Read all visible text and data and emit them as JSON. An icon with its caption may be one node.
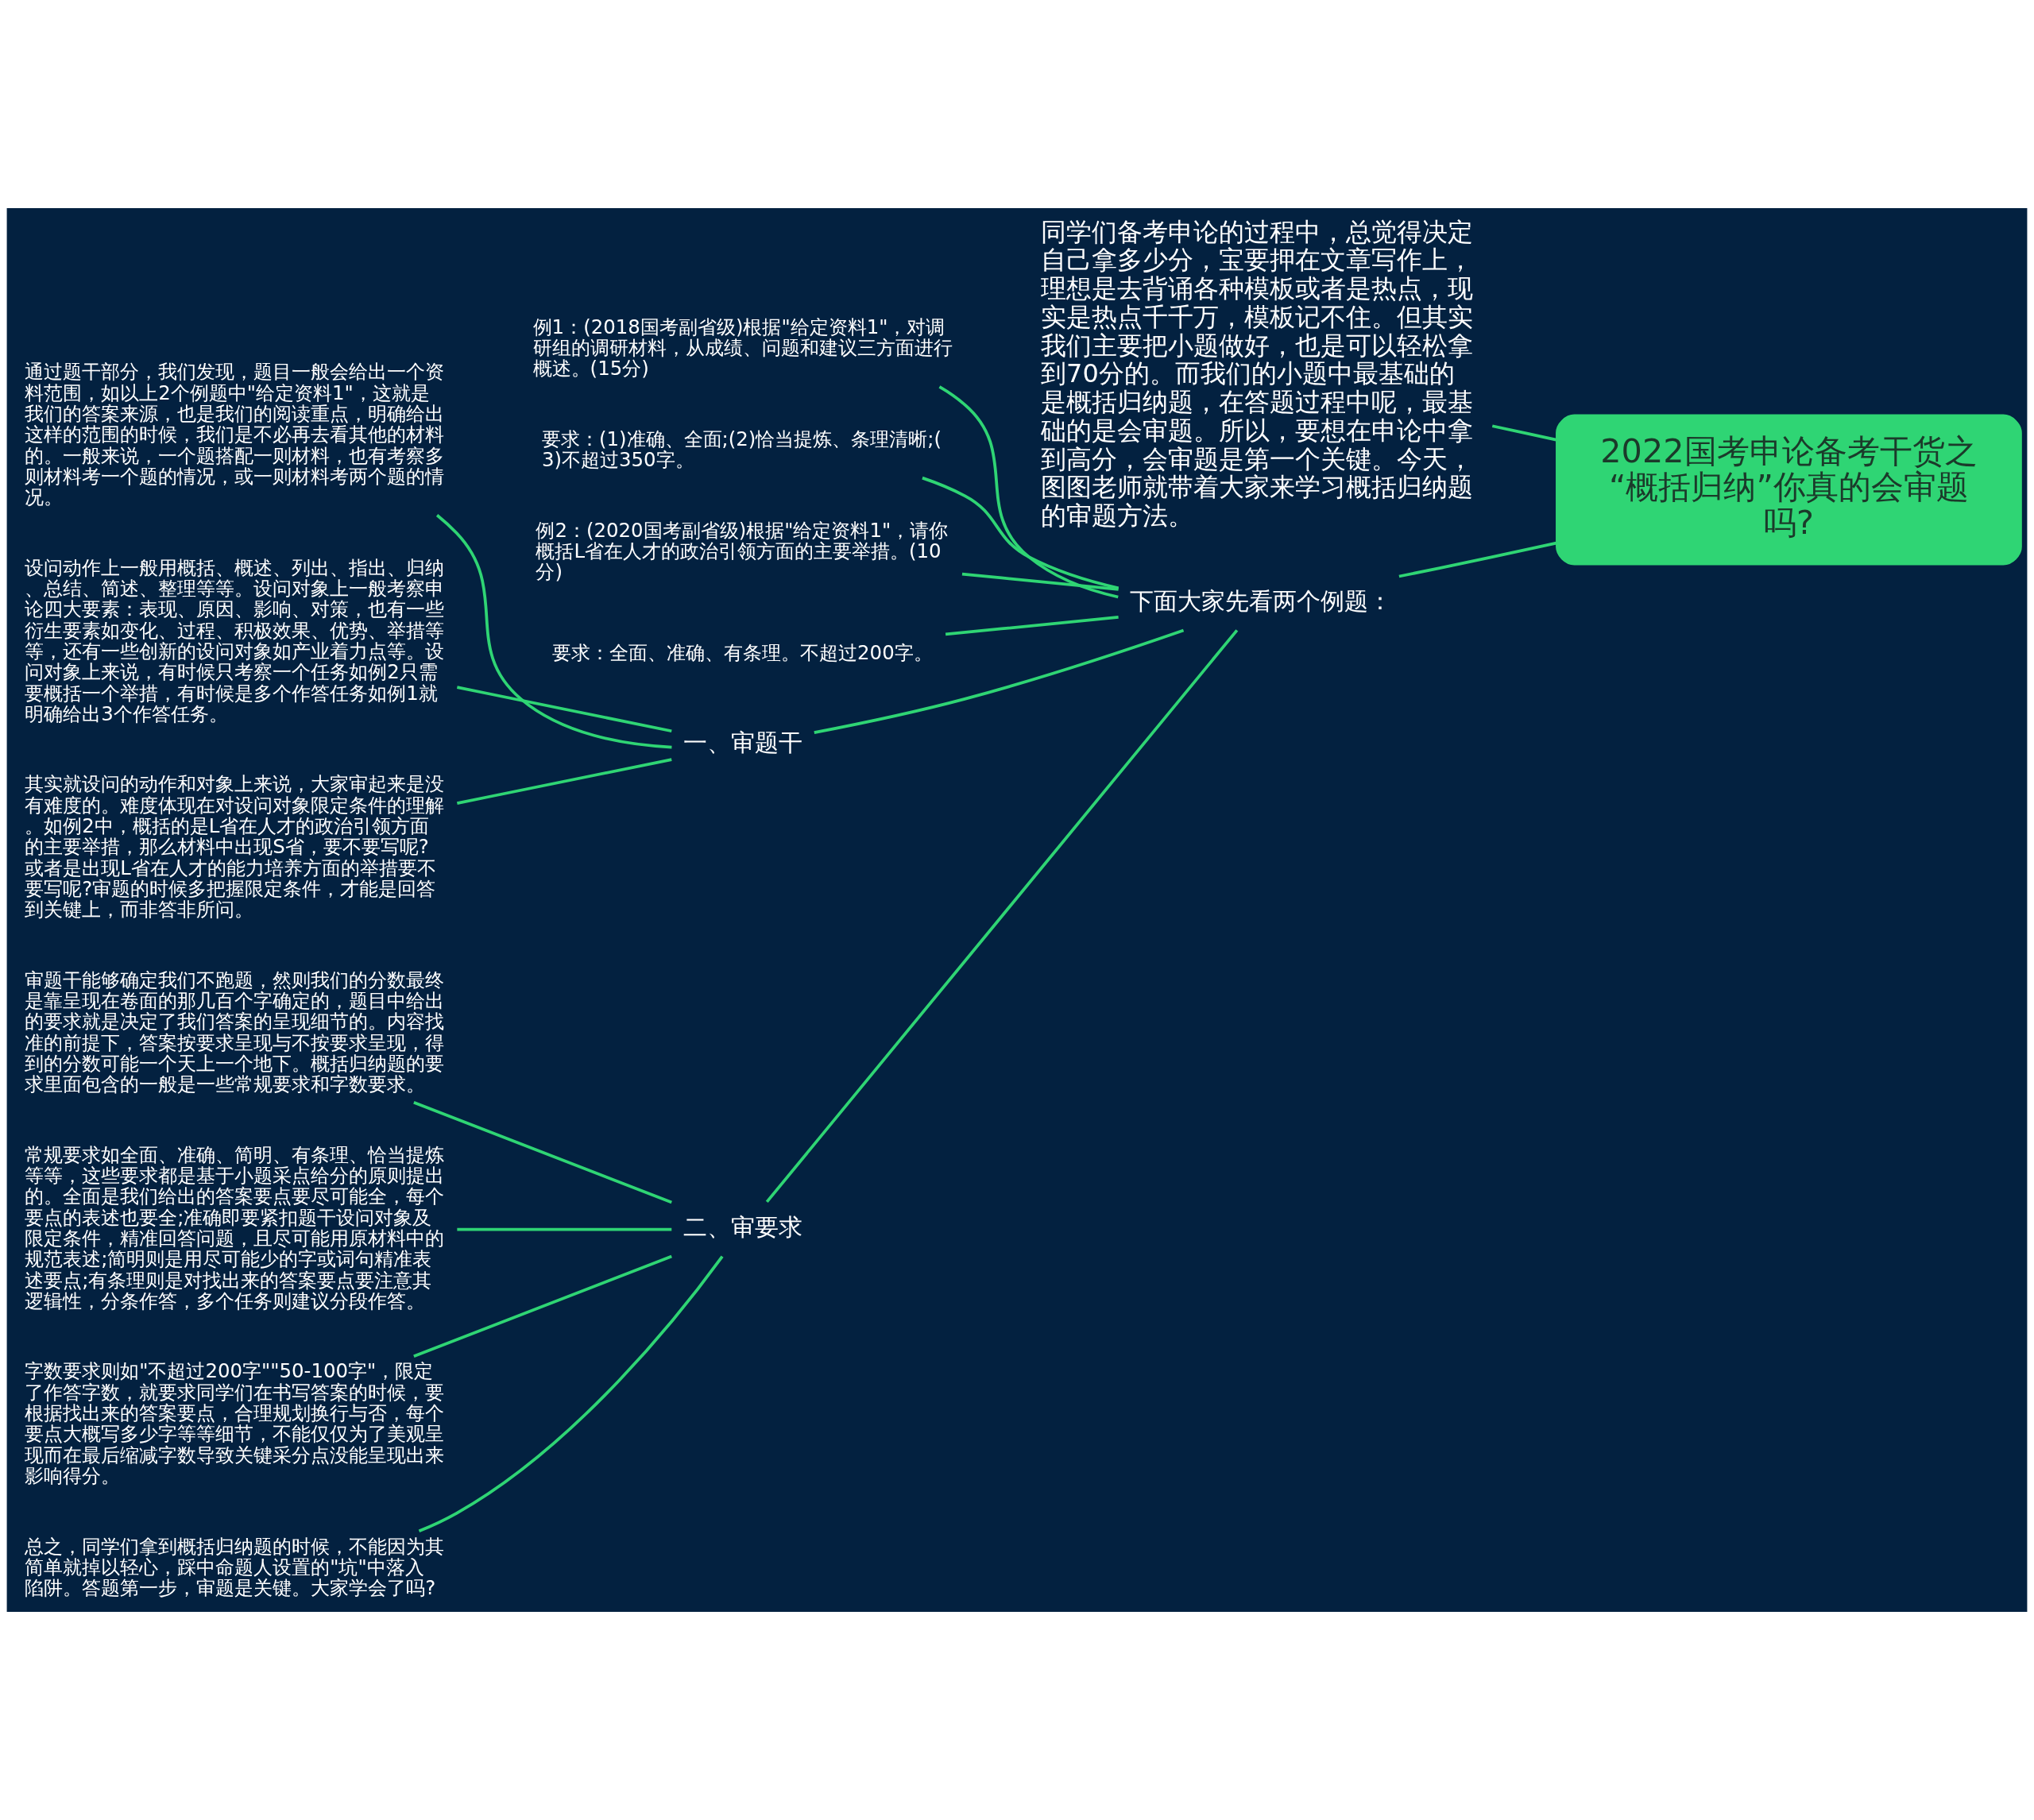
{
  "diagram": {
    "nodes": [
      {
        "text": [
          "2022国考申论备考干货之“概括归纳”你真的会审题吗?"
        ]
      },
      {
        "text": [
          "同学们备考申论的过程中，总觉得决定自己拿多少分，宝要押在文章写作上，理想是去背诵各种模板或者是热点，现实是热点千千万，模板记不住。但其实我们主要把小题做好，也是可以轻松拿到70分的。而我们的小题中最基础的是概括归纳题，在答题过程中呢，最基础的是会审题。所以，要想在申论中拿到高分，会审题是第一个关键。今天，图图老师就带着大家来学习概括归纳题的审题方法。"
        ]
      },
      {
        "text": [
          "下面大家先看两个例题："
        ]
      },
      {
        "text": [
          "例1：(2018国考副省级)根据\"给定资料1\"，对调研组的调研材料，从成绩、问题和建议三方面进行概述。(15分)"
        ]
      },
      {
        "text": [
          "要求：(1)准确、全面;(2)恰当提炼、条理清晰;(3)不超过350字。"
        ]
      },
      {
        "text": [
          "例2：(2020国考副省级)根据\"给定资料1\"，请你概括L省在人才的政治引领方面的主要举措。(10分)"
        ]
      },
      {
        "text": [
          "要求：全面、准确、有条理。不超过200字。"
        ]
      },
      {
        "text": [
          "一、审题干"
        ]
      },
      {
        "text": [
          "通过题干部分，我们发现，题目一般会给出一个资料范围，如以上2个例题中\"给定资料1\"，这就是我们的答案来源，也是我们的阅读重点，明确给出这样的范围的时候，我们是不必再去看其他的材料的。一般来说，一个题搭配一则材料，也有考察多则材料考一个题的情况，或一则材料考两个题的情况。"
        ]
      },
      {
        "text": [
          "设问动作上一般用概括、概述、列出、指出、归纳、总结、简述、整理等等。设问对象上一般考察申论四大要素：表现、原因、影响、对策，也有一些衍生要素如变化、过程、积极效果、优势、举措等等，还有一些创新的设问对象如产业着力点等。设问对象上来说，有时候只考察一个任务如例2只需要概括一个举措，有时候是多个作答任务如例1就明确给出3个作答任务。"
        ]
      },
      {
        "text": [
          "其实就设问的动作和对象上来说，大家审起来是没有难度的。难度体现在对设问对象限定条件的理解。如例2中，概括的是L省在人才的政治引领方面的主要举措，那么材料中出现S省，要不要写呢?或者是出现L省在人才的能力培养方面的举措要不要写呢?审题的时候多把握限定条件，才能是回答到关键上，而非答非所问。"
        ]
      },
      {
        "text": [
          "二、审要求"
        ]
      },
      {
        "text": [
          "审题干能够确定我们不跑题，然则我们的分数最终是靠呈现在卷面的那几百个字确定的，题目中给出的要求就是决定了我们答案的呈现细节的。内容找准的前提下，答案按要求呈现与不按要求呈现，得到的分数可能一个天上一个地下。概括归纳题的要求里面包含的一般是一些常规要求和字数要求。"
        ]
      },
      {
        "text": [
          "常规要求如全面、准确、简明、有条理、恰当提炼等等，这些要求都是基于小题采点给分的原则提出的。全面是我们给出的答案要点要尽可能全，每个要点的表述也要全;准确即要紧扣题干设问对象及限定条件，精准回答问题，且尽可能用原材料中的规范表述;简明则是用尽可能少的字或词句精准表述要点;有条理则是对找出来的答案要点要注意其逻辑性，分条作答，多个任务则建议分段作答。"
        ]
      },
      {
        "text": [
          "字数要求则如\"不超过200字\"\"50-100字\"，限定了作答字数，就要求同学们在书写答案的时候，要根据找出来的答案要点，合理规划换行与否，每个要点大概写多少字等等细节，不能仅仅为了美观呈现而在最后缩减字数导致关键采分点没能呈现出来影响得分。"
        ]
      },
      {
        "text": [
          "总之，同学们拿到概括归纳题的时候，不能因为其简单就掉以轻心，踩中命题人设置的\"坑\"中落入陷阱。答题第一步，审题是关键。大家学会了吗?"
        ]
      }
    ],
    "edges": [
      {
        "from": 0,
        "to": 1,
        "arrow": "none"
      },
      {
        "from": 0,
        "to": 2,
        "arrow": "none"
      },
      {
        "from": 2,
        "to": 3,
        "arrow": "none"
      },
      {
        "from": 2,
        "to": 4,
        "arrow": "none"
      },
      {
        "from": 2,
        "to": 5,
        "arrow": "none"
      },
      {
        "from": 2,
        "to": 6,
        "arrow": "none"
      },
      {
        "from": 2,
        "to": 7,
        "arrow": "none"
      },
      {
        "from": 7,
        "to": 8,
        "arrow": "none"
      },
      {
        "from": 7,
        "to": 9,
        "arrow": "none"
      },
      {
        "from": 7,
        "to": 10,
        "arrow": "none"
      },
      {
        "from": 2,
        "to": 11,
        "arrow": "none"
      },
      {
        "from": 11,
        "to": 12,
        "arrow": "none"
      },
      {
        "from": 11,
        "to": 13,
        "arrow": "none"
      },
      {
        "from": 11,
        "to": 14,
        "arrow": "none"
      },
      {
        "from": 11,
        "to": 15,
        "arrow": "none"
      }
    ]
  }
}
